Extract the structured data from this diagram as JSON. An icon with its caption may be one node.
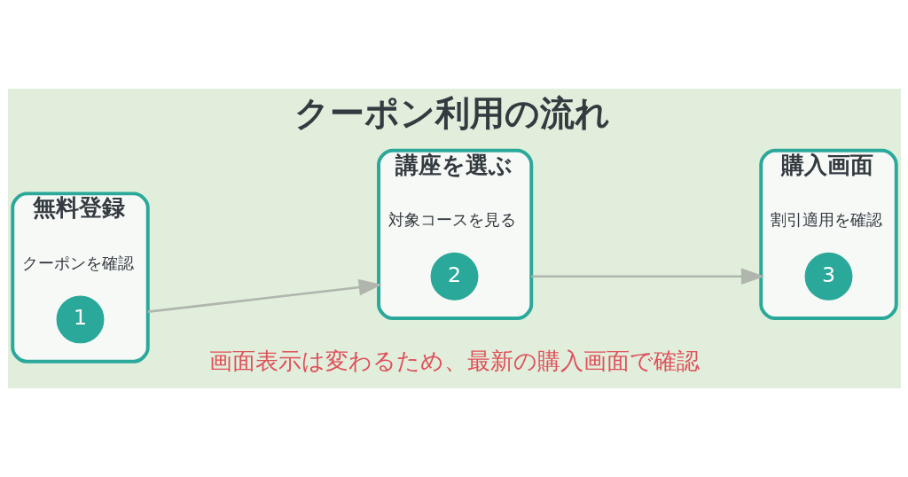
{
  "diagram": {
    "title": "クーポン利用の流れ",
    "nodes": [
      {
        "text": [
          "無料登録",
          "クーポンを確認"
        ]
      },
      {
        "text": [
          "1"
        ],
        "in": 0
      },
      {
        "text": [
          "講座を選ぶ",
          "対象コースを見る"
        ]
      },
      {
        "text": [
          "2"
        ],
        "in": 2
      },
      {
        "text": [
          "購入画面",
          "割引適用を確認"
        ]
      },
      {
        "text": [
          "3"
        ],
        "in": 4
      }
    ],
    "edges": [
      {
        "from": 0,
        "to": 2,
        "arrow": "to"
      },
      {
        "from": 2,
        "to": 4,
        "arrow": "to"
      }
    ],
    "labels": [
      "画面表示は変わるため、最新の購入画面で確認"
    ]
  }
}
